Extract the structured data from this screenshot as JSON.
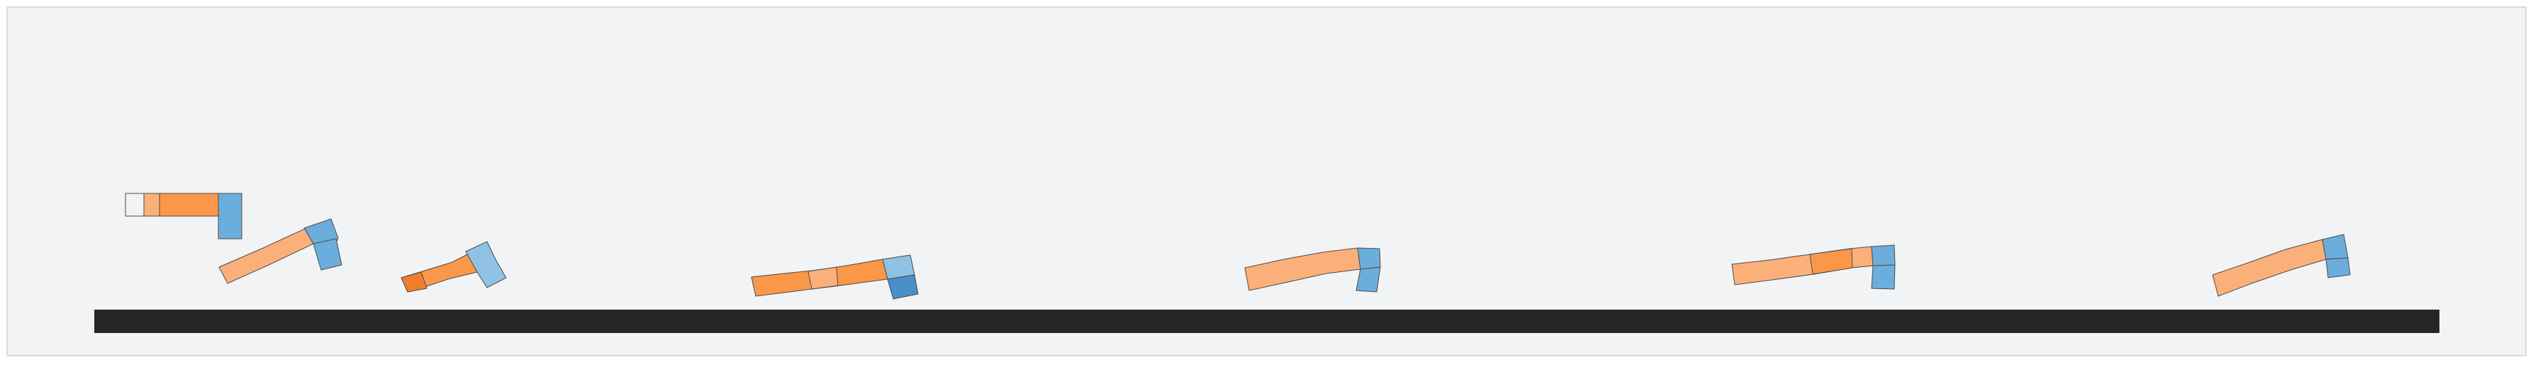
{
  "colors": {
    "background": "#f2f3f5",
    "border": "#d9dbdf",
    "ground": "#262626",
    "orange_dark": "#f27d2a",
    "orange_mid": "#fa9748",
    "orange_light": "#fbb07a",
    "blue_mid": "#6caedb",
    "blue_light": "#8fc2e4",
    "blue_dark": "#4a8fc8",
    "outline": "#4a4a4a"
  },
  "figures": [
    {
      "name": "figure-1"
    },
    {
      "name": "figure-2"
    },
    {
      "name": "figure-3"
    },
    {
      "name": "figure-4"
    },
    {
      "name": "figure-5"
    },
    {
      "name": "figure-6"
    },
    {
      "name": "figure-7"
    }
  ]
}
